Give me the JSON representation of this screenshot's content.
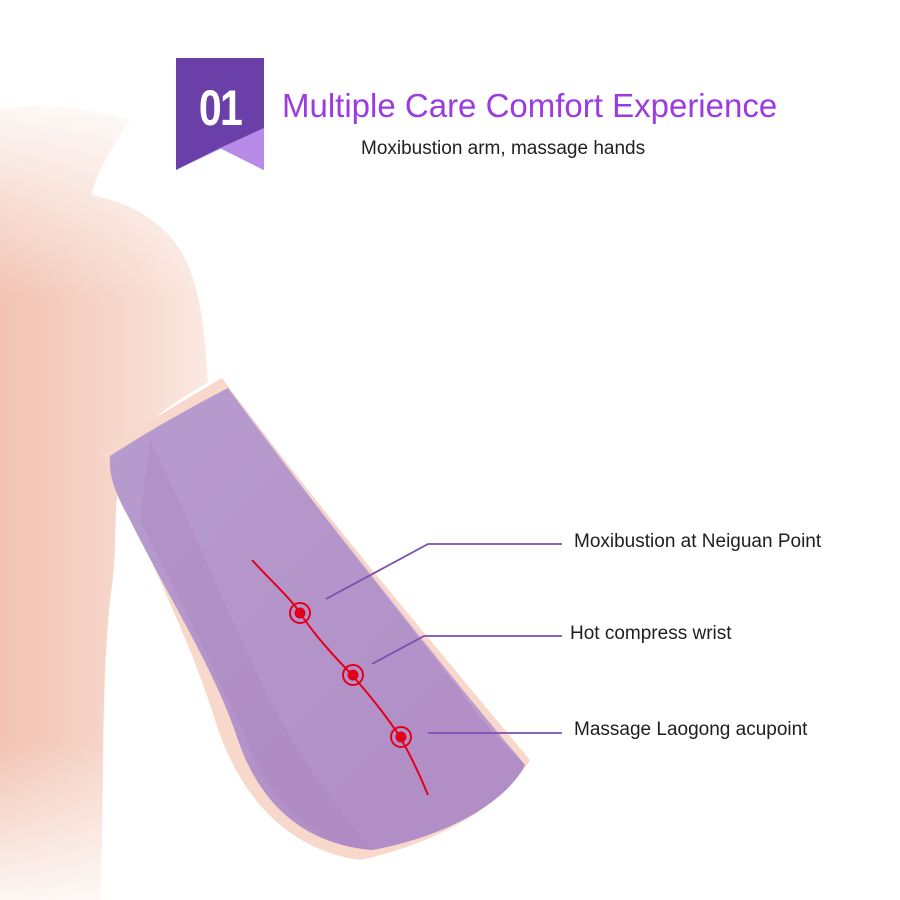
{
  "header": {
    "badge_number": "01",
    "title": "Multiple Care Comfort Experience",
    "subtitle": "Moxibustion arm, massage hands"
  },
  "callouts": [
    {
      "label": "Moxibustion at Neiguan Point"
    },
    {
      "label": "Hot compress wrist"
    },
    {
      "label": "Massage Laogong acupoint"
    }
  ],
  "colors": {
    "accent_purple": "#9b3be0",
    "badge_dark": "#6a3fa8",
    "badge_light": "#a77be0",
    "sleeve": "#b896c8",
    "skin": "#f3c9b8",
    "meridian_red": "#e4001b",
    "leader_line": "#7b4fb0"
  }
}
